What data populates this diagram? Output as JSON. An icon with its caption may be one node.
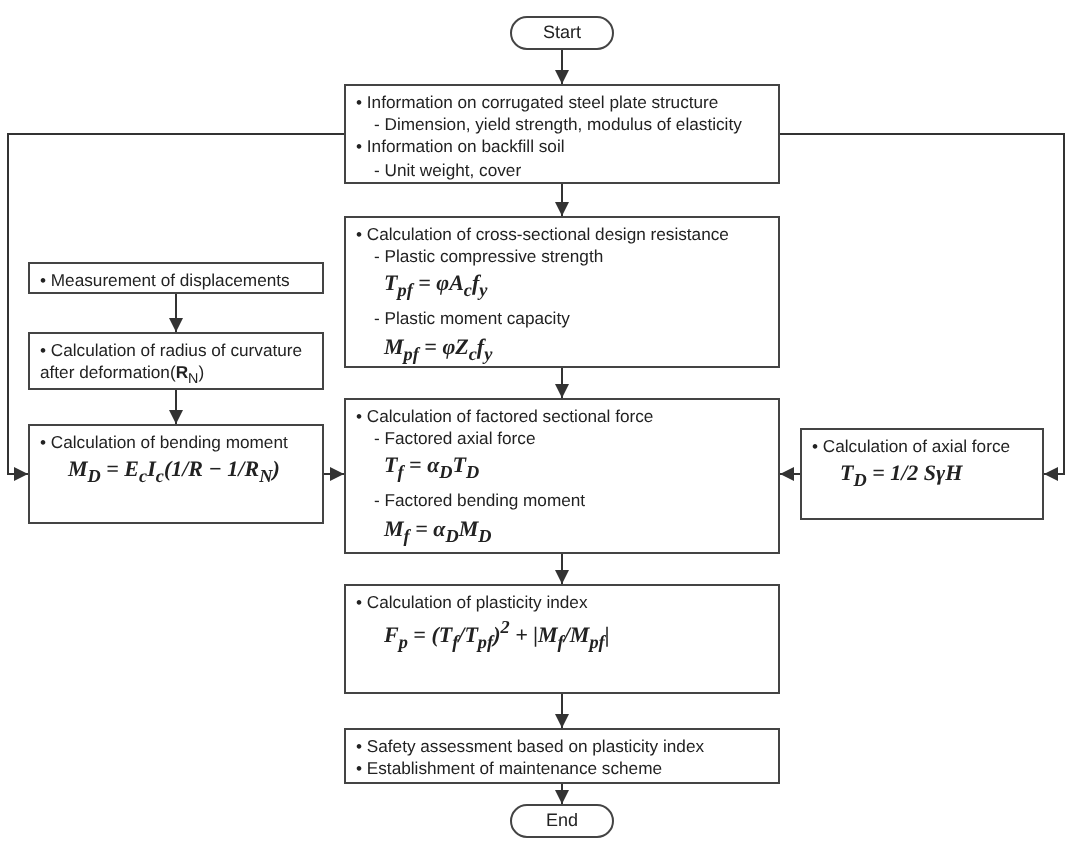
{
  "diagram": {
    "nodes": [
      {
        "text": [
          "Start"
        ]
      },
      {
        "text": [
          "• Information on corrugated steel plate structure",
          "- Dimension, yield strength, modulus of elasticity",
          "• Information on backfill soil",
          "- Unit weight, cover"
        ]
      },
      {
        "text": [
          "• Calculation of cross-sectional design resistance",
          "- Plastic compressive strength",
          "T$_{pf}$ = φA$_{c}$f$_{y}$",
          "- Plastic moment capacity",
          "M$_{pf}$ = φZ$_{c}$f$_{y}$"
        ]
      },
      {
        "text": [
          "• Measurement of displacements"
        ]
      },
      {
        "text": [
          "• Calculation of radius of curvature after deformation(**R**$_{N}$)"
        ]
      },
      {
        "text": [
          "• Calculation of bending moment",
          "M$_{D}$ = E$_{c}$I$_{c}$(1/R − 1/R$_{N}$)"
        ]
      },
      {
        "text": [
          "• Calculation of factored sectional force",
          "- Factored axial force",
          "T$_{f}$ = α$_{D}$T$_{D}$",
          "- Factored bending moment",
          "M$_{f}$ = α$_{D}$M$_{D}$"
        ]
      },
      {
        "text": [
          "• Calculation of axial force",
          "T$_{D}$ = 1/2 SγH"
        ]
      },
      {
        "text": [
          "• Calculation of plasticity index",
          "F$_{p}$ = (T$_{f}$/T$_{pf}$)$^{2}$ + |M$_{f}$/M$_{pf}$|"
        ]
      },
      {
        "text": [
          "• Safety assessment based on plasticity index",
          "• Establishment of maintenance scheme"
        ]
      },
      {
        "text": [
          "End"
        ]
      }
    ],
    "edges": [
      {
        "from": 0,
        "to": 1,
        "arrow": "to"
      },
      {
        "from": 1,
        "to": 2,
        "arrow": "to"
      },
      {
        "from": 1,
        "to": 5,
        "arrow": "to"
      },
      {
        "from": 1,
        "to": 7,
        "arrow": "to"
      },
      {
        "from": 3,
        "to": 4,
        "arrow": "to"
      },
      {
        "from": 4,
        "to": 5,
        "arrow": "to"
      },
      {
        "from": 2,
        "to": 6,
        "arrow": "to"
      },
      {
        "from": 5,
        "to": 6,
        "arrow": "to"
      },
      {
        "from": 7,
        "to": 6,
        "arrow": "to"
      },
      {
        "from": 6,
        "to": 8,
        "arrow": "to"
      },
      {
        "from": 8,
        "to": 9,
        "arrow": "to"
      },
      {
        "from": 9,
        "to": 10,
        "arrow": "to"
      }
    ]
  }
}
